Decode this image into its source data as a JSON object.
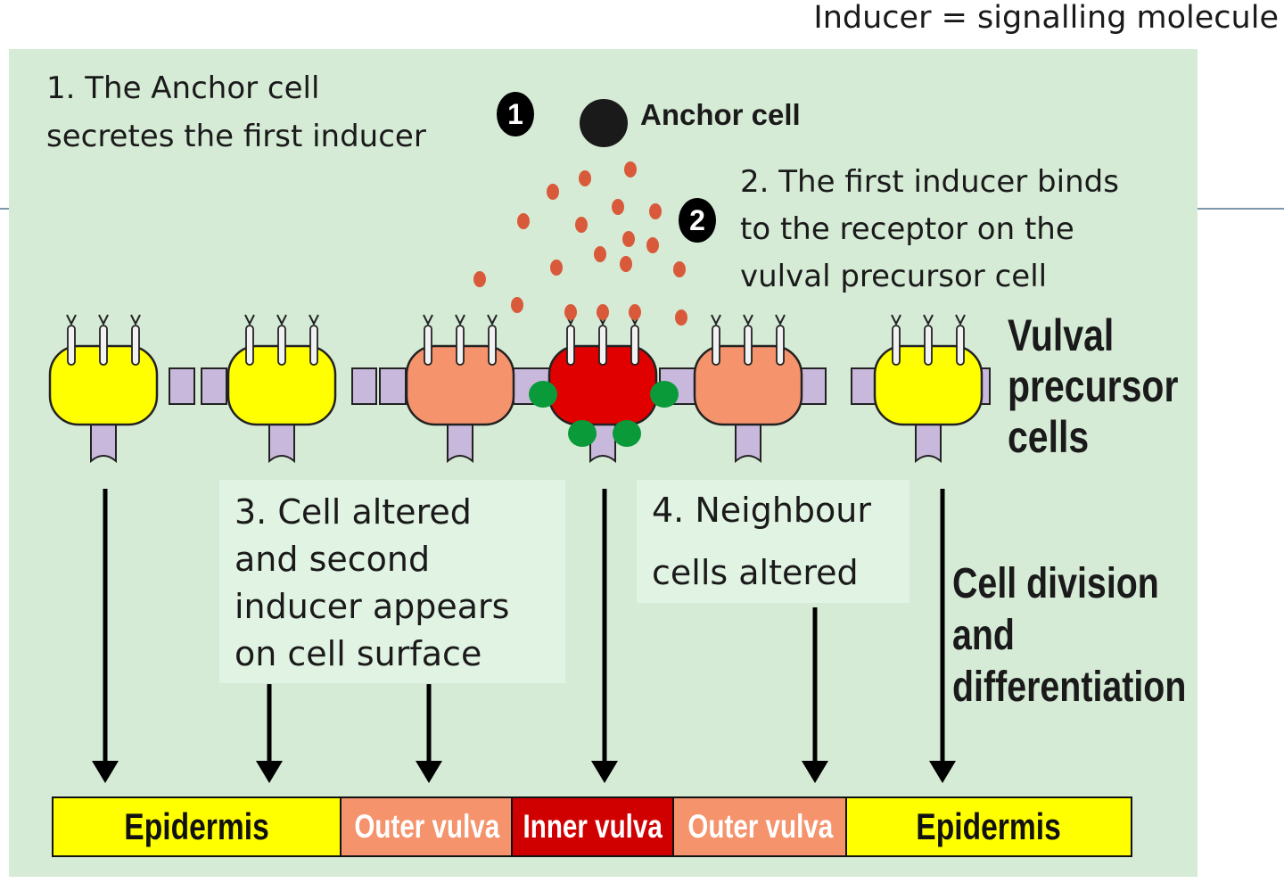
{
  "header_note": "Inducer = signalling molecule",
  "steps": {
    "step1_line1": "1. The Anchor cell",
    "step1_line2": "secretes the first inducer",
    "step2_line1": "2. The first inducer binds",
    "step2_line2": "to the receptor on the",
    "step2_line3": "vulval precursor cell",
    "step3_line1": "3. Cell altered",
    "step3_line2": "and second",
    "step3_line3": "inducer appears",
    "step3_line4": "on cell surface",
    "step4_line1": "4. Neighbour",
    "step4_line2": "cells altered"
  },
  "markers": {
    "m1": "1",
    "m2": "2"
  },
  "labels": {
    "anchor_cell": "Anchor cell",
    "vpc_line1": "Vulval",
    "vpc_line2": "precursor",
    "vpc_line3": "cells",
    "division_line1": "Cell division",
    "division_line2": "and",
    "division_line3": "differentiation"
  },
  "fates": {
    "seg1": "Epidermis",
    "seg2": "Outer vulva",
    "seg3": "Inner vulva",
    "seg4": "Outer vulva",
    "seg5": "Epidermis"
  },
  "cells": [
    {
      "fate": "epidermis",
      "color": "#ffff00"
    },
    {
      "fate": "epidermis",
      "color": "#ffff00"
    },
    {
      "fate": "outer-vulva",
      "color": "#f5936d"
    },
    {
      "fate": "inner-vulva",
      "color": "#e00000"
    },
    {
      "fate": "outer-vulva",
      "color": "#f5936d"
    },
    {
      "fate": "epidermis",
      "color": "#ffff00"
    }
  ],
  "colors": {
    "panel_bg": "#d5ebd6",
    "epidermis": "#ffff00",
    "outer_vulva": "#f5936d",
    "inner_vulva": "#d00000",
    "inducer": "#d95a3a",
    "second_inducer": "#0a9a3a",
    "receptor_stub": "#c8b8dc",
    "anchor_cell": "#1a1a1a"
  },
  "icons": {
    "anchor": "filled-circle",
    "inducer": "small-orange-dot",
    "receptor": "membrane-receptor",
    "second_inducer": "green-blob",
    "arrow": "down-arrow"
  }
}
